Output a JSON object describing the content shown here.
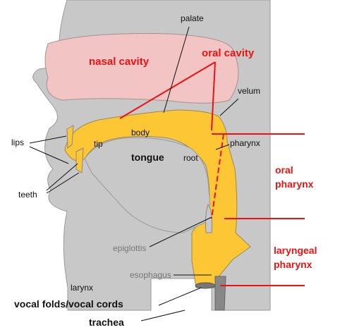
{
  "colors": {
    "head": "#c8c8c8",
    "head_outline": "#9a9a9a",
    "nasal": "#f2c4c4",
    "tract": "#fcc634",
    "red": "#ee1111",
    "ink": "#111111",
    "grey_text": "#777777"
  },
  "labels": {
    "palate": "palate",
    "nasal_cavity": "nasal cavity",
    "oral_cavity": "oral cavity",
    "velum": "velum",
    "body": "body",
    "tip": "tip",
    "lips": "lips",
    "pharynx": "pharynx",
    "tongue": "tongue",
    "root": "root",
    "teeth": "teeth",
    "oral": "oral",
    "oral_pharynx_word": "pharynx",
    "epiglottis": "epiglottis",
    "laryngeal": "laryngeal",
    "laryngeal_pharynx_word": "pharynx",
    "esophagus": "esophagus",
    "larynx": "larynx",
    "vocal_folds": "vocal folds/vocal cords",
    "trachea": "trachea"
  }
}
